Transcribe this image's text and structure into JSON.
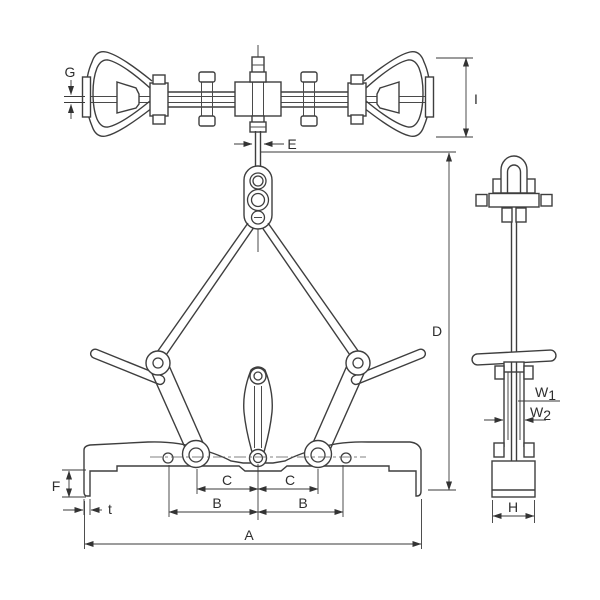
{
  "dimension_labels": {
    "g": "G",
    "i": "I",
    "e": "E",
    "d": "D",
    "f": "F",
    "t": "t",
    "c_left": "C",
    "c_right": "C",
    "b_left": "B",
    "b_right": "B",
    "a": "A",
    "w1": {
      "base": "W",
      "sub": "1"
    },
    "w2": {
      "base": "W",
      "sub": "2"
    },
    "h": "H"
  },
  "colors": {
    "line": "#3e3e3e",
    "dimension": "#333333",
    "background": "#ffffff"
  }
}
